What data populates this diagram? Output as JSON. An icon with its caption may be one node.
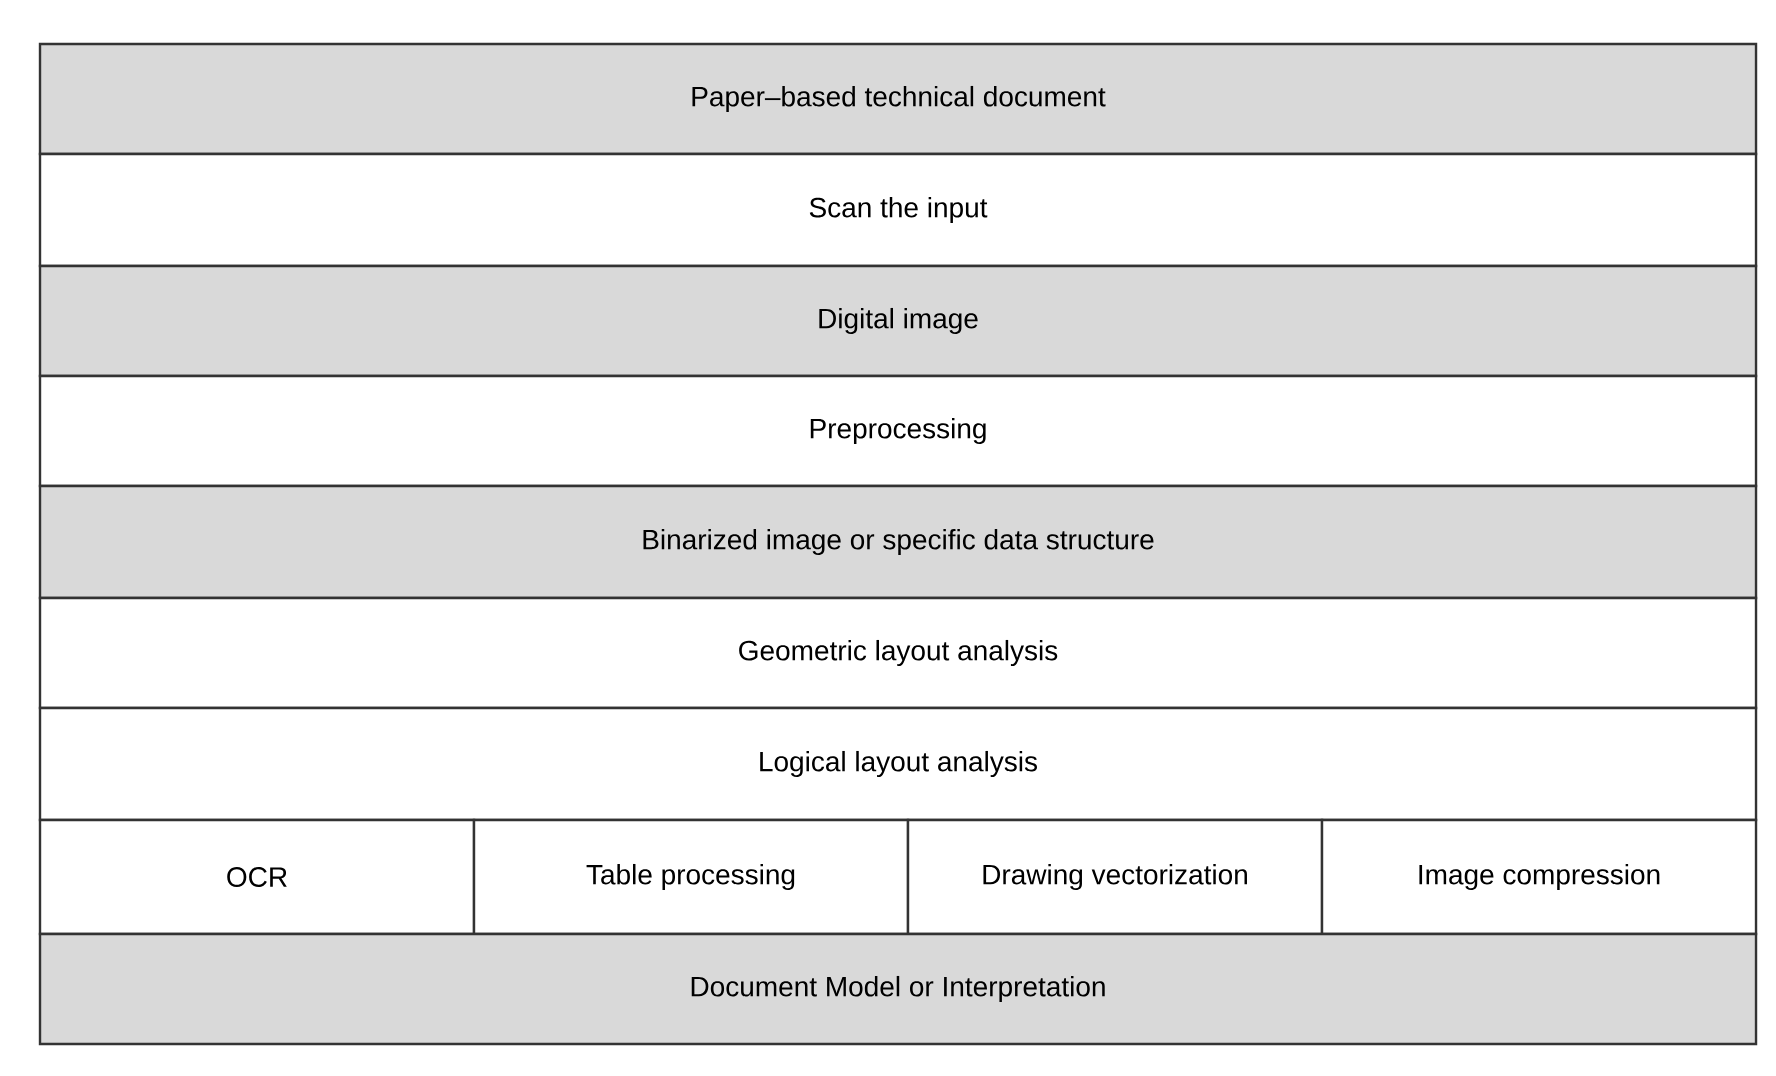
{
  "diagram": {
    "nodes": [
      {
        "text": [
          "Paper–based technical document"
        ]
      },
      {
        "text": [
          "Scan the input"
        ]
      },
      {
        "text": [
          "Digital image"
        ]
      },
      {
        "text": [
          "Preprocessing"
        ]
      },
      {
        "text": [
          "Binarized image or specific data structure"
        ]
      },
      {
        "text": [
          "Geometric layout analysis"
        ]
      },
      {
        "text": [
          "Logical layout analysis"
        ]
      },
      {
        "text": [
          "OCR"
        ]
      },
      {
        "text": [
          "Table processing"
        ]
      },
      {
        "text": [
          "Drawing vectorization"
        ]
      },
      {
        "text": [
          "Image compression"
        ]
      },
      {
        "text": [
          "Document Model or Interpretation"
        ]
      }
    ]
  }
}
